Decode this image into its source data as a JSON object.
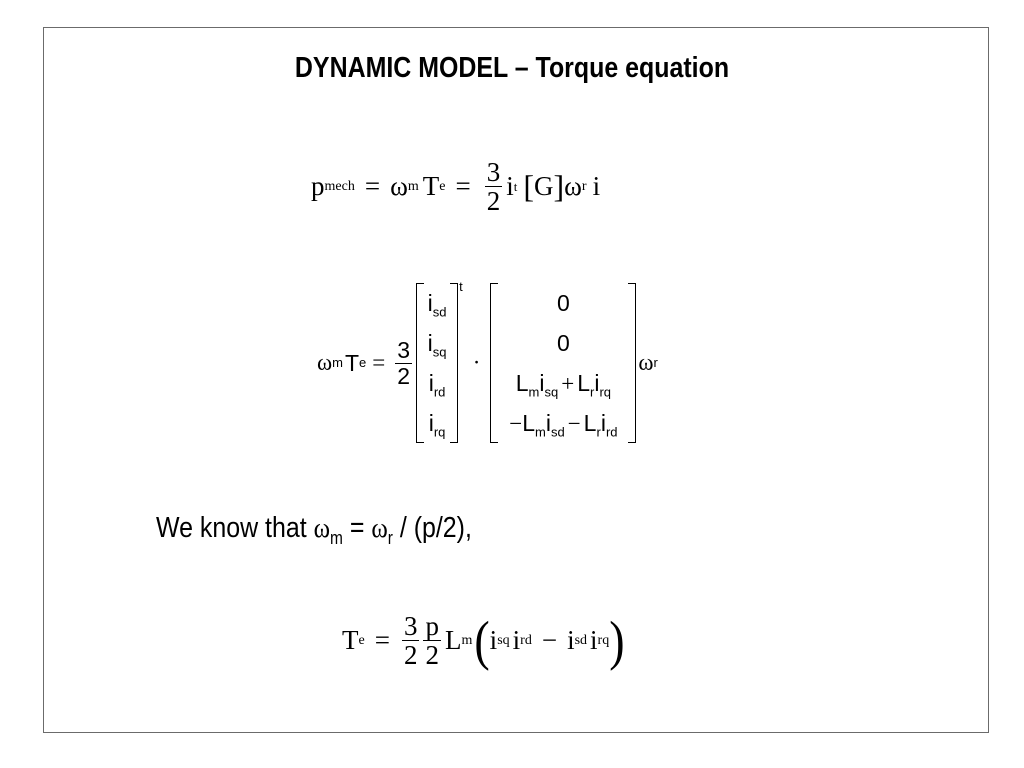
{
  "slide": {
    "title": "DYNAMIC MODEL –  Torque equation"
  },
  "eq1": {
    "p": "p",
    "mech": "mech",
    "eq": "=",
    "omega": "ω",
    "m": "m",
    "T": "T",
    "e": "e",
    "eq2": "=",
    "num": "3",
    "den": "2",
    "i": "i",
    "t": "t",
    "lbr": "[",
    "G": "G",
    "rbr": "]",
    "omega_r": "ω",
    "r": "r",
    "i2": "i"
  },
  "eq2": {
    "omega": "ω",
    "m": "m",
    "T": "T",
    "e": "e",
    "eq": "=",
    "num": "3",
    "den": "2",
    "vec": [
      {
        "base": "i",
        "sub": "sd"
      },
      {
        "base": "i",
        "sub": "sq"
      },
      {
        "base": "i",
        "sub": "rd"
      },
      {
        "base": "i",
        "sub": "rq"
      }
    ],
    "t": "t",
    "dot": "·",
    "mat_r1": "0",
    "mat_r2": "0",
    "mat_r3": {
      "L1": "L",
      "m": "m",
      "i1": "i",
      "sq": "sq",
      "plus": "+",
      "L2": "L",
      "r": "r",
      "i2": "i",
      "rq": "rq"
    },
    "mat_r4": {
      "minus1": "−",
      "L1": "L",
      "m": "m",
      "i1": "i",
      "sd": "sd",
      "minus2": "−",
      "L2": "L",
      "r": "r",
      "i2": "i",
      "rd": "rd"
    },
    "omega_r": "ω",
    "r": "r"
  },
  "statement": {
    "prefix": "We know that ",
    "omega1": "ω",
    "m": "m",
    "eq": " = ",
    "omega2": "ω",
    "r": "r",
    "suffix": " / (p/2),"
  },
  "eq3": {
    "T": "T",
    "e": "e",
    "eq": "=",
    "num1": "3",
    "den1": "2",
    "num2": "p",
    "den2": "2",
    "L": "L",
    "m": "m",
    "lp": "(",
    "i1": "i",
    "sq": "sq",
    "i2": "i",
    "rd": "rd",
    "minus": "−",
    "i3": "i",
    "sd": "sd",
    "i4": "i",
    "rq": "rq",
    "rp": ")"
  }
}
